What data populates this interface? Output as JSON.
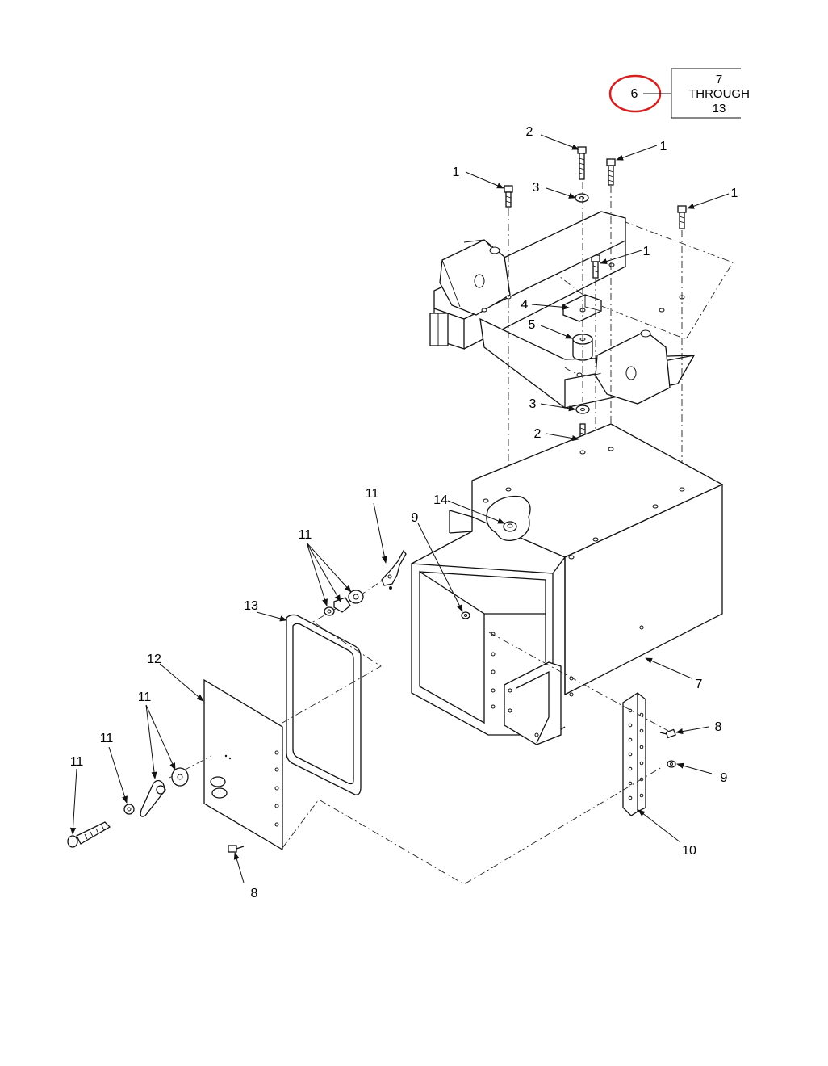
{
  "reference_box": {
    "circled_number": "6",
    "line1": "7",
    "line2": "THROUGH",
    "line3": "13",
    "circle_color": "#d42020"
  },
  "callouts": [
    "1",
    "1",
    "1",
    "1",
    "2",
    "2",
    "3",
    "3",
    "4",
    "5",
    "7",
    "8",
    "8",
    "9",
    "9",
    "10",
    "11",
    "11",
    "11",
    "11",
    "11",
    "12",
    "13",
    "14"
  ]
}
